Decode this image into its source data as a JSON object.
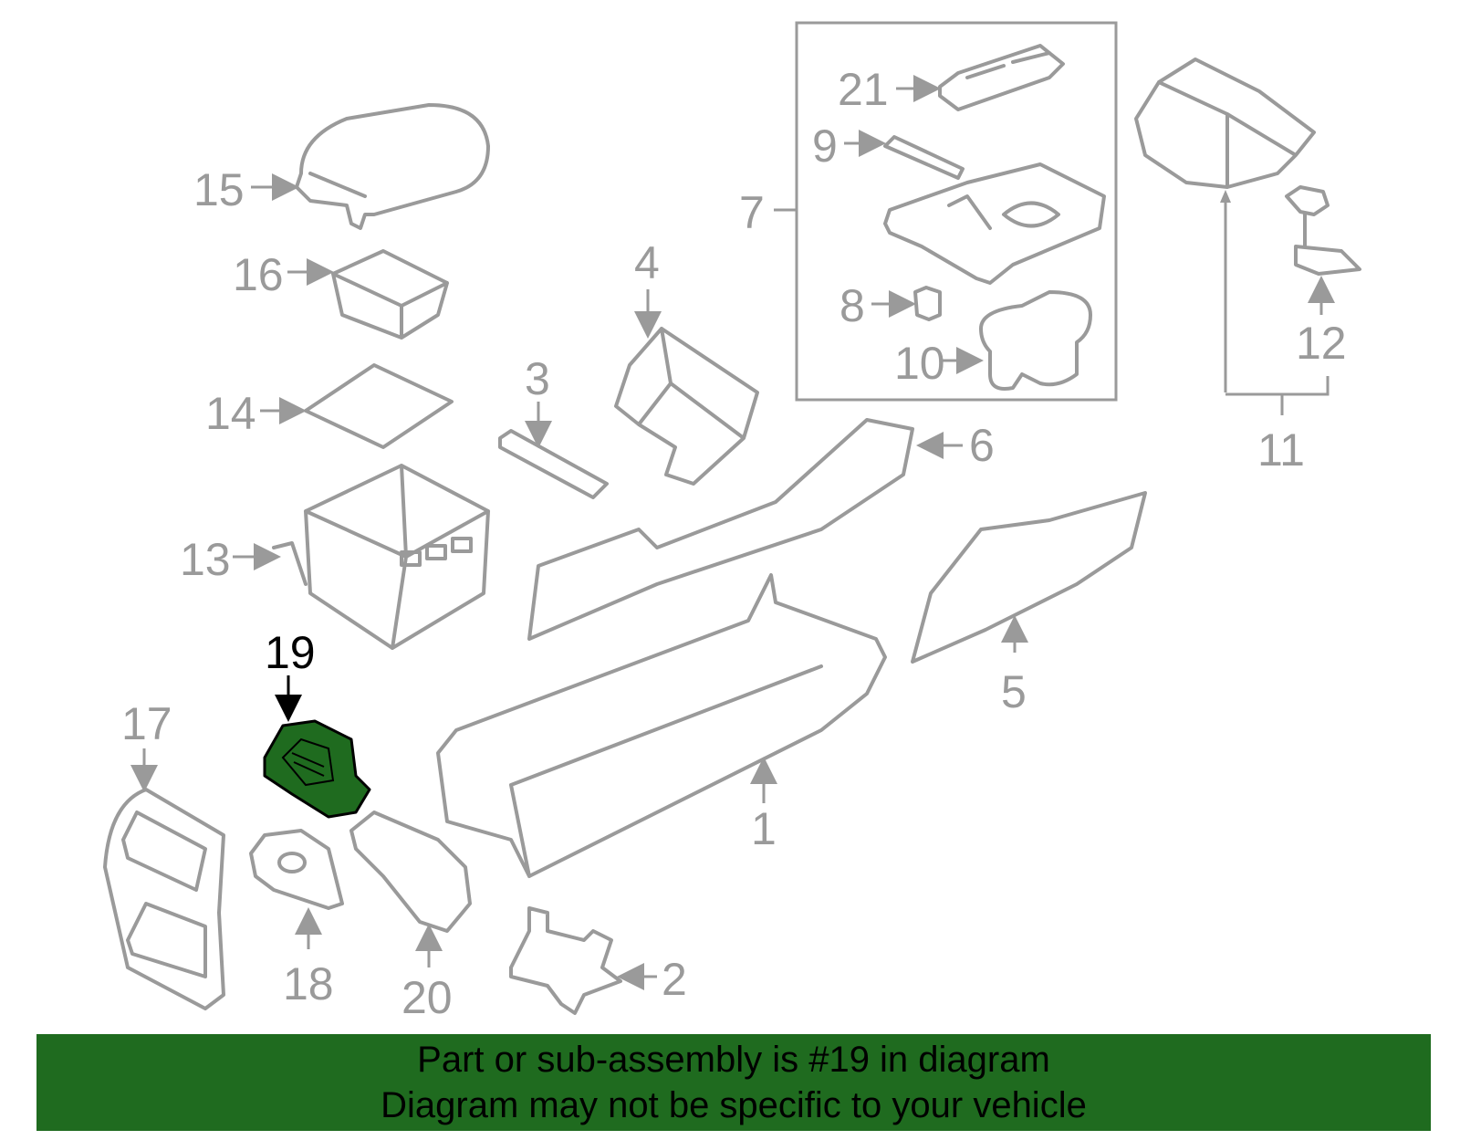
{
  "diagram": {
    "highlight_callout": "19",
    "highlight_color": "#1f6b1f",
    "line_color": "#9a9a9a",
    "callouts": {
      "c1": "1",
      "c2": "2",
      "c3": "3",
      "c4": "4",
      "c5": "5",
      "c6": "6",
      "c7": "7",
      "c8": "8",
      "c9": "9",
      "c10": "10",
      "c11": "11",
      "c12": "12",
      "c13": "13",
      "c14": "14",
      "c15": "15",
      "c16": "16",
      "c17": "17",
      "c18": "18",
      "c19": "19",
      "c20": "20",
      "c21": "21"
    }
  },
  "banner": {
    "line1": "Part or sub-assembly is #19 in diagram",
    "line2": "Diagram may not be specific to your vehicle",
    "background": "#1f6b1f"
  }
}
